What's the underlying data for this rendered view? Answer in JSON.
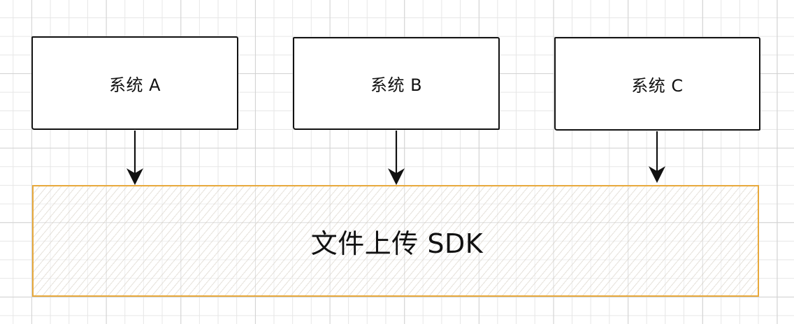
{
  "diagram": {
    "systems": [
      {
        "label": "系统 A"
      },
      {
        "label": "系统 B"
      },
      {
        "label": "系统 C"
      }
    ],
    "sdk": {
      "label": "文件上传 SDK"
    },
    "edges": [
      {
        "from": "系统 A",
        "to": "文件上传 SDK"
      },
      {
        "from": "系统 B",
        "to": "文件上传 SDK"
      },
      {
        "from": "系统 C",
        "to": "文件上传 SDK"
      }
    ],
    "colors": {
      "box_border": "#111111",
      "sdk_border": "#e8a93c",
      "arrow": "#111111",
      "grid": "#e6e6e6"
    }
  }
}
